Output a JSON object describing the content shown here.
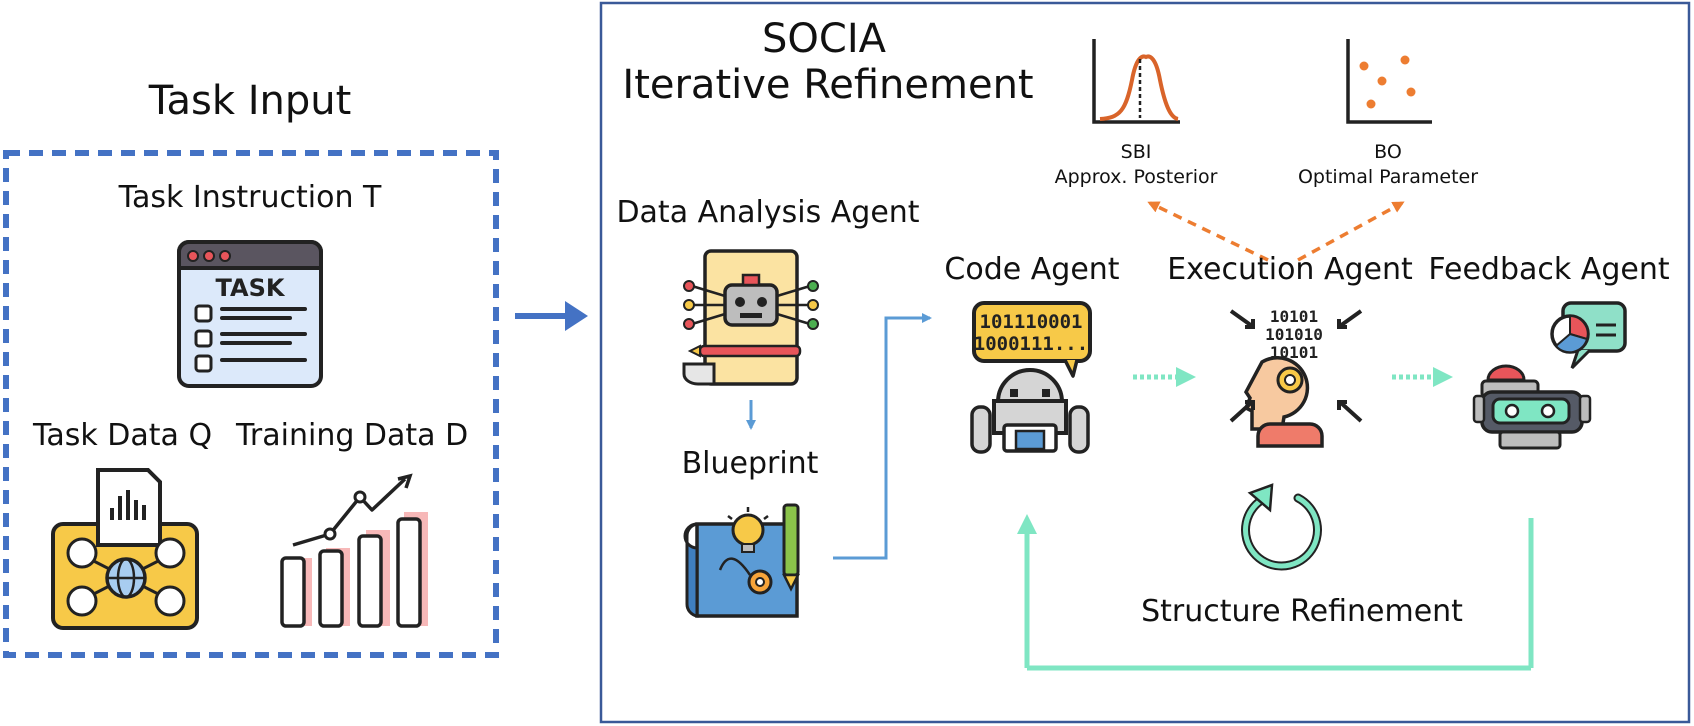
{
  "task_input": {
    "title": "Task Input",
    "instruction_label": "Task Instruction T",
    "task_card_text": "TASK",
    "task_data_label": "Task Data Q",
    "training_data_label": "Training Data  D"
  },
  "socia": {
    "title_line1": "SOCIA",
    "title_line2": "Iterative Refinement"
  },
  "agents": {
    "data_analysis": "Data Analysis Agent",
    "blueprint": "Blueprint",
    "code": "Code Agent",
    "code_bubble_line1": "101110001",
    "code_bubble_line2": "1000111...",
    "execution": "Execution Agent",
    "exec_bits_line1": "10101",
    "exec_bits_line2": "101010",
    "exec_bits_line3": "10101",
    "feedback": "Feedback Agent"
  },
  "outputs": {
    "sbi_title": "SBI",
    "sbi_subtitle": "Approx. Posterior",
    "bo_title": "BO",
    "bo_subtitle": "Optimal Parameter"
  },
  "loop": {
    "label": "Structure Refinement"
  },
  "colors": {
    "dashed_box": "#4472c4",
    "frame": "#3a5998",
    "connector_blue": "#5b9bd5",
    "orange_dashed": "#ed7d31",
    "teal_loop": "#7fe6c3",
    "icon_yellow": "#f7c948",
    "icon_blue": "#a8cdf0",
    "icon_red": "#e8555a"
  },
  "icons": [
    "task-window-icon",
    "database-network-icon",
    "growth-chart-icon",
    "robot-document-icon",
    "blueprint-icon",
    "code-robot-icon",
    "ai-head-icon",
    "feedback-robot-icon",
    "posterior-curve-icon",
    "scatter-plot-icon",
    "refresh-icon"
  ]
}
